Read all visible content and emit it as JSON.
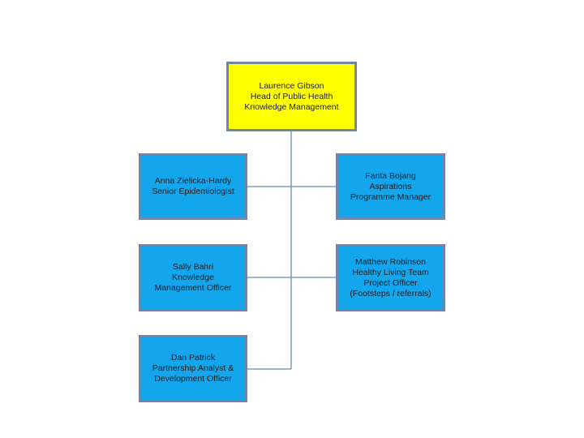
{
  "head": {
    "lines": [
      "Laurence Gibson",
      "Head of Public Health",
      "Knowledge Management"
    ]
  },
  "left": [
    {
      "lines": [
        "Anna Zielicka-Hardy",
        "Senior Epidemiologist"
      ]
    },
    {
      "lines": [
        "Sally Bahri",
        "Knowledge",
        "Management Officer"
      ]
    },
    {
      "lines": [
        "Dan Patrick",
        "Partnership Analyst &",
        "Development Officer"
      ]
    }
  ],
  "right": [
    {
      "lines": [
        "Fanta Bojang",
        "Aspirations",
        "Programme Manager"
      ]
    },
    {
      "lines": [
        "Matthew Robinson",
        "Healthy Living Team",
        "Project Officer",
        "(Footsteps / referrals)"
      ]
    }
  ],
  "colors": {
    "head_fill": "#ffff00",
    "staff_fill": "#14a6ec",
    "border": "#6e87a8",
    "connector": "#6f8aad"
  }
}
